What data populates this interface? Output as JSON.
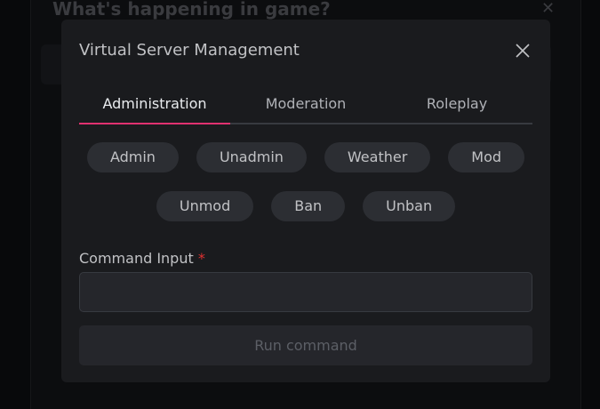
{
  "background": {
    "title": "What's happening in game?"
  },
  "modal": {
    "title": "Virtual Server Management",
    "tabs": [
      {
        "label": "Administration",
        "active": true
      },
      {
        "label": "Moderation"
      },
      {
        "label": "Roleplay"
      }
    ],
    "commands": [
      "Admin",
      "Unadmin",
      "Weather",
      "Mod",
      "Unmod",
      "Ban",
      "Unban"
    ],
    "field_label": "Command Input",
    "required_mark": "*",
    "input_value": "",
    "run_label": "Run command",
    "accent": "#e03170"
  }
}
